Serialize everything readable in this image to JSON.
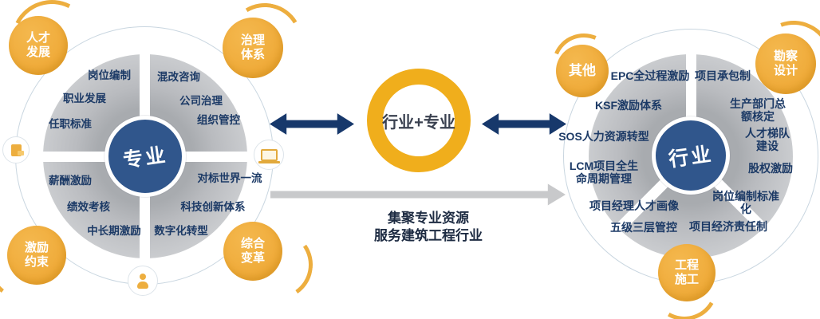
{
  "palette": {
    "badge_yellow": "#EFA93C",
    "ring_yellow": "#F0AE1C",
    "hub_blue": "#30568C",
    "label_navy": "#1C3A66",
    "arrow_navy": "#17386B",
    "arrow_gray": "#C8C9CB",
    "disc_gray": "#C6C8CB"
  },
  "left_wheel": {
    "hub": "专业",
    "items": [
      "岗位编制",
      "混改咨询",
      "职业发展",
      "公司治理",
      "任职标准",
      "组织管控",
      "薪酬激励",
      "对标世界一流",
      "绩效考核",
      "科技创新体系",
      "中长期激励",
      "数字化转型"
    ],
    "badges": {
      "top_left": "人才\n发展",
      "top_right": "治理\n体系",
      "bottom_left": "激励\n约束",
      "bottom_right": "综合\n变革"
    },
    "icons": [
      "document-icon",
      "laptop-icon",
      "person-icon"
    ]
  },
  "center": {
    "ring_label": "行业+专业",
    "caption": "集聚专业资源\n服务建筑工程行业"
  },
  "right_wheel": {
    "hub": "行业",
    "items": [
      "EPC全过程激励",
      "项目承包制",
      "KSF激励体系",
      "生产部门总额核定",
      "SOS人力资源转型",
      "人才梯队建设",
      "LCM项目全生\n命周期管理",
      "股权激励",
      "项目经理人才画像",
      "岗位编制标准化",
      "五级三层管控",
      "项目经济责任制"
    ],
    "badges": {
      "top_left": "其他",
      "top_right": "勘察\n设计",
      "bottom": "工程\n施工"
    }
  }
}
